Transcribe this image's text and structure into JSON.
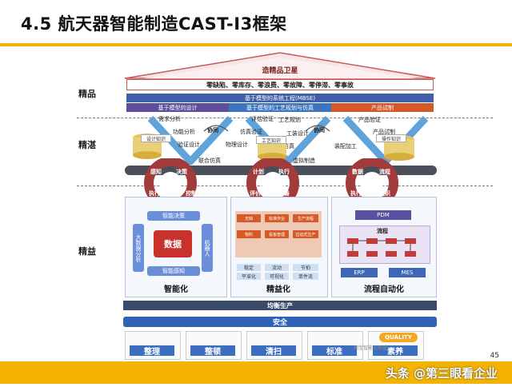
{
  "slide": {
    "title": "4.5 航天器智能制造CAST-I3框架",
    "watermark": "头条 @第三眼看企业",
    "page_number": "45"
  },
  "levels": {
    "jingpin": "精品",
    "jingzhan": "精湛",
    "jingyi": "精益"
  },
  "roof": {
    "title": "造精品卫星",
    "goals": "零缺陷、零库存、零浪费、零故障、零停滞、零事故"
  },
  "mbse": {
    "label": "基于模型的系统工程(MBSE)",
    "sub1": "基于模型的设计",
    "sub2": "基于模型的工艺规划与仿真",
    "sub3": "产品试制"
  },
  "vflow": {
    "items": [
      "需求分析",
      "功能分析",
      "协同",
      "仿真验证",
      "评估验证",
      "工艺规划",
      "协同",
      "工装设计",
      "产品验证",
      "产品试制",
      "验证设计",
      "物理设计",
      "联合仿真",
      "工艺仿真",
      "虚拟制造",
      "装配加工"
    ],
    "db1": "设计知识",
    "db2": "工艺知识",
    "db3": "操作知识"
  },
  "cycles": {
    "left": [
      "感知",
      "决策",
      "执行",
      "控制"
    ],
    "middle": [
      "计划",
      "执行",
      "评价",
      "改善"
    ],
    "right": [
      "数据",
      "流程",
      "执行",
      "组织"
    ]
  },
  "panel_left": {
    "title": "智能化",
    "top": "智能决策",
    "left": "大数据分析",
    "center": "数据",
    "right": "机器人",
    "bottom": "智能感知"
  },
  "panel_mid": {
    "title": "精益化",
    "row1": [
      "无缺",
      "标准作业",
      "生产流程"
    ],
    "row2": [
      "物料",
      "看板管理",
      "拉动式生产"
    ],
    "row3": [
      "稳定",
      "流动",
      "节拍"
    ],
    "row4": [
      "平准化",
      "可视化",
      "单件流"
    ]
  },
  "panel_right": {
    "title": "流程自动化",
    "pdm": "PDM",
    "flow": "流程",
    "erp": "ERP",
    "mes": "MES"
  },
  "bars": {
    "balanced": "均衡生产",
    "safety": "安全"
  },
  "foundation": [
    "整理",
    "整顿",
    "清扫",
    "标准",
    "素养"
  ],
  "quality_badge": "QUALITY",
  "logo_text": "网宝智能云联盟"
}
